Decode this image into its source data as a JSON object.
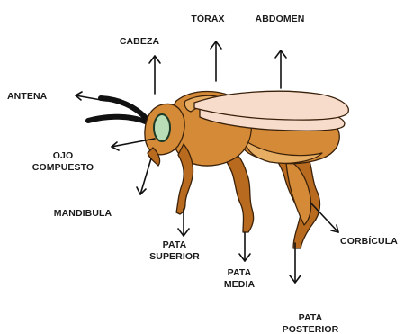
{
  "labels": {
    "antena": "ANTENA",
    "cabeza": "CABEZA",
    "torax": "TÓRAX",
    "abdomen": "ABDOMEN",
    "ojo_line1": "OJO",
    "ojo_line2": "COMPUESTO",
    "mandibula": "MANDIBULA",
    "pata_superior_line1": "PATA",
    "pata_superior_line2": "SUPERIOR",
    "pata_media_line1": "PATA",
    "pata_media_line2": "MEDIA",
    "pata_posterior_line1": "PATA",
    "pata_posterior_line2": "POSTERIOR",
    "corbicula": "CORBÍCULA"
  },
  "colors": {
    "body_dark": "#b86a1e",
    "body_mid": "#d48a36",
    "body_light": "#e7ad62",
    "wing": "#f7dccc",
    "eye": "#b9ddb6",
    "arrow": "#111111"
  }
}
